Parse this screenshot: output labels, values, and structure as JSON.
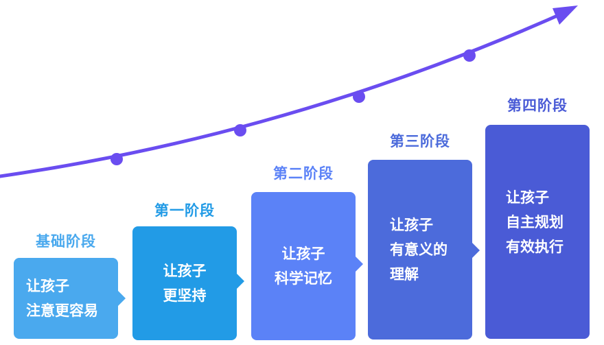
{
  "colors": {
    "curve": "#6a4df0",
    "stage0": "#4aa9ee",
    "stage1": "#229be6",
    "stage2": "#5b82f7",
    "stage3": "#4c6bdb",
    "stage4": "#4a5bd6"
  },
  "stages": [
    {
      "title": "基础阶段",
      "lines": [
        "让孩子",
        "注意更容易"
      ]
    },
    {
      "title": "第一阶段",
      "lines": [
        "让孩子",
        "更坚持"
      ]
    },
    {
      "title": "第二阶段",
      "lines": [
        "让孩子",
        "科学记忆"
      ]
    },
    {
      "title": "第三阶段",
      "lines": [
        "让孩子",
        "有意义的",
        "理解"
      ]
    },
    {
      "title": "第四阶段",
      "lines": [
        "让孩子",
        "自主规划",
        "有效执行"
      ]
    }
  ]
}
